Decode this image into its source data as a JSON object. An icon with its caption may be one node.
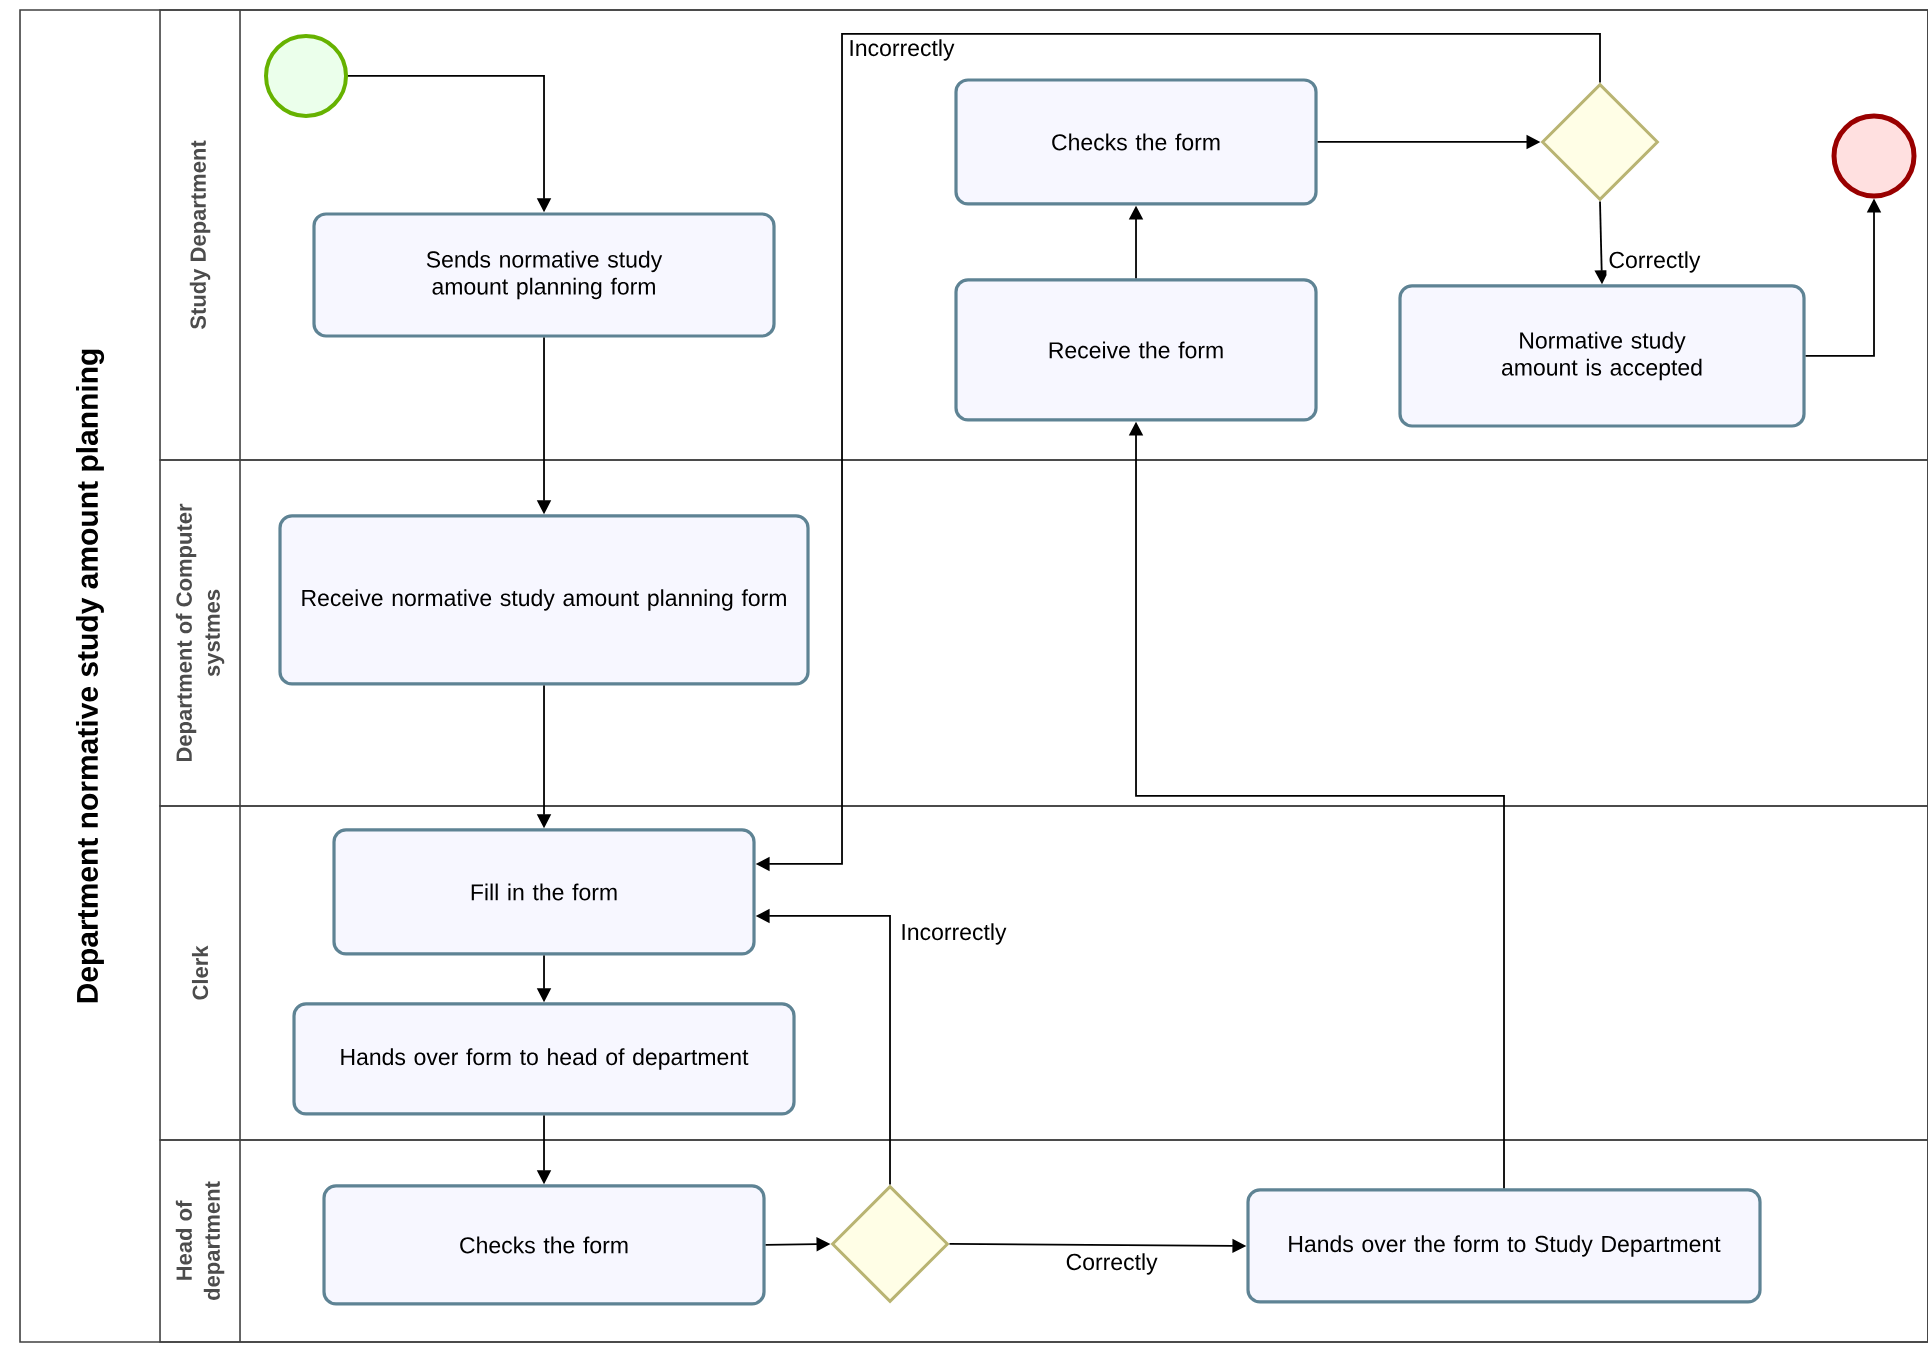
{
  "diagram": {
    "nodes": [
      {
        "text": [
          "Department normative study amount planning"
        ]
      },
      {
        "text": [
          "Study Department"
        ],
        "in": 0
      },
      {
        "text": [
          "Department of Computer systmes"
        ],
        "in": 0
      },
      {
        "text": [
          "Clerk"
        ],
        "in": 0
      },
      {
        "text": [
          "Head of department"
        ],
        "in": 0
      },
      {
        "text": [],
        "shape": "circle",
        "in": 1
      },
      {
        "text": [
          "Sends normative study amount planning form"
        ],
        "in": 1
      },
      {
        "text": [
          "Checks the form"
        ],
        "in": 1
      },
      {
        "text": [],
        "shape": "diamond",
        "in": 1
      },
      {
        "text": [],
        "shape": "circle",
        "in": 1
      },
      {
        "text": [
          "Receive the form"
        ],
        "in": 1
      },
      {
        "text": [
          "Normative study amount is accepted"
        ],
        "in": 1
      },
      {
        "text": [
          "Receive normative study amount planning form"
        ],
        "in": 2
      },
      {
        "text": [
          "Fill in the form"
        ],
        "in": 3
      },
      {
        "text": [
          "Hands over form to head of department"
        ],
        "in": 3
      },
      {
        "text": [
          "Checks the form"
        ],
        "in": 4
      },
      {
        "text": [],
        "shape": "diamond",
        "in": 4
      },
      {
        "text": [
          "Hands over the form to Study Department"
        ],
        "in": 4
      }
    ],
    "edges": [
      {
        "from": 5,
        "to": 6,
        "arrow": "to"
      },
      {
        "from": 6,
        "to": 12,
        "arrow": "to"
      },
      {
        "from": 12,
        "to": 13,
        "arrow": "to"
      },
      {
        "from": 13,
        "to": 14,
        "arrow": "to"
      },
      {
        "from": 14,
        "to": 15,
        "arrow": "to"
      },
      {
        "from": 15,
        "to": 16,
        "arrow": "to"
      },
      {
        "from": 16,
        "to": 17,
        "arrow": "to",
        "label": "Correctly"
      },
      {
        "from": 16,
        "to": 13,
        "arrow": "to",
        "label": "Incorrectly"
      },
      {
        "from": 17,
        "to": 10,
        "arrow": "to"
      },
      {
        "from": 10,
        "to": 7,
        "arrow": "to"
      },
      {
        "from": 7,
        "to": 8,
        "arrow": "to"
      },
      {
        "from": 8,
        "to": 11,
        "arrow": "to",
        "label": "Correctly"
      },
      {
        "from": 8,
        "to": 13,
        "arrow": "to",
        "label": "Incorrectly"
      },
      {
        "from": 11,
        "to": 9,
        "arrow": "to"
      }
    ]
  }
}
